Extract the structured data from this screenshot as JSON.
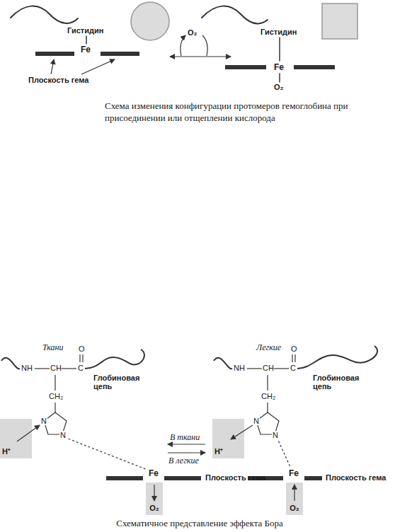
{
  "diagram": {
    "caption": "Схема изменения конфигурации протомеров гемоглобина при присоединении или отщеплении кислорода",
    "nodes": [
      {
        "text": [
          "H⁺"
        ]
      },
      {
        "text": [
          "O₂"
        ]
      },
      {
        "text": [
          "H⁺"
        ]
      },
      {
        "text": [
          "O₂"
        ]
      }
    ],
    "labels": [
      "Гистидин",
      "Fe",
      "Плоскость гема",
      "O₂",
      "Гистидин",
      "Fe",
      "O₂",
      "Ткани",
      "Легкие",
      "NH",
      "CH",
      "C",
      "O",
      "CH₂",
      "N",
      "N",
      "Глобиновая цепь",
      "В ткани",
      "В легкие",
      "Fe",
      "Плоскость гема",
      "NH",
      "CH",
      "C",
      "O",
      "CH₂",
      "N",
      "N",
      "Глобиновая цепь",
      "Fe",
      "Плоскость гема",
      "Схематичное представление эффекта Бора"
    ]
  }
}
